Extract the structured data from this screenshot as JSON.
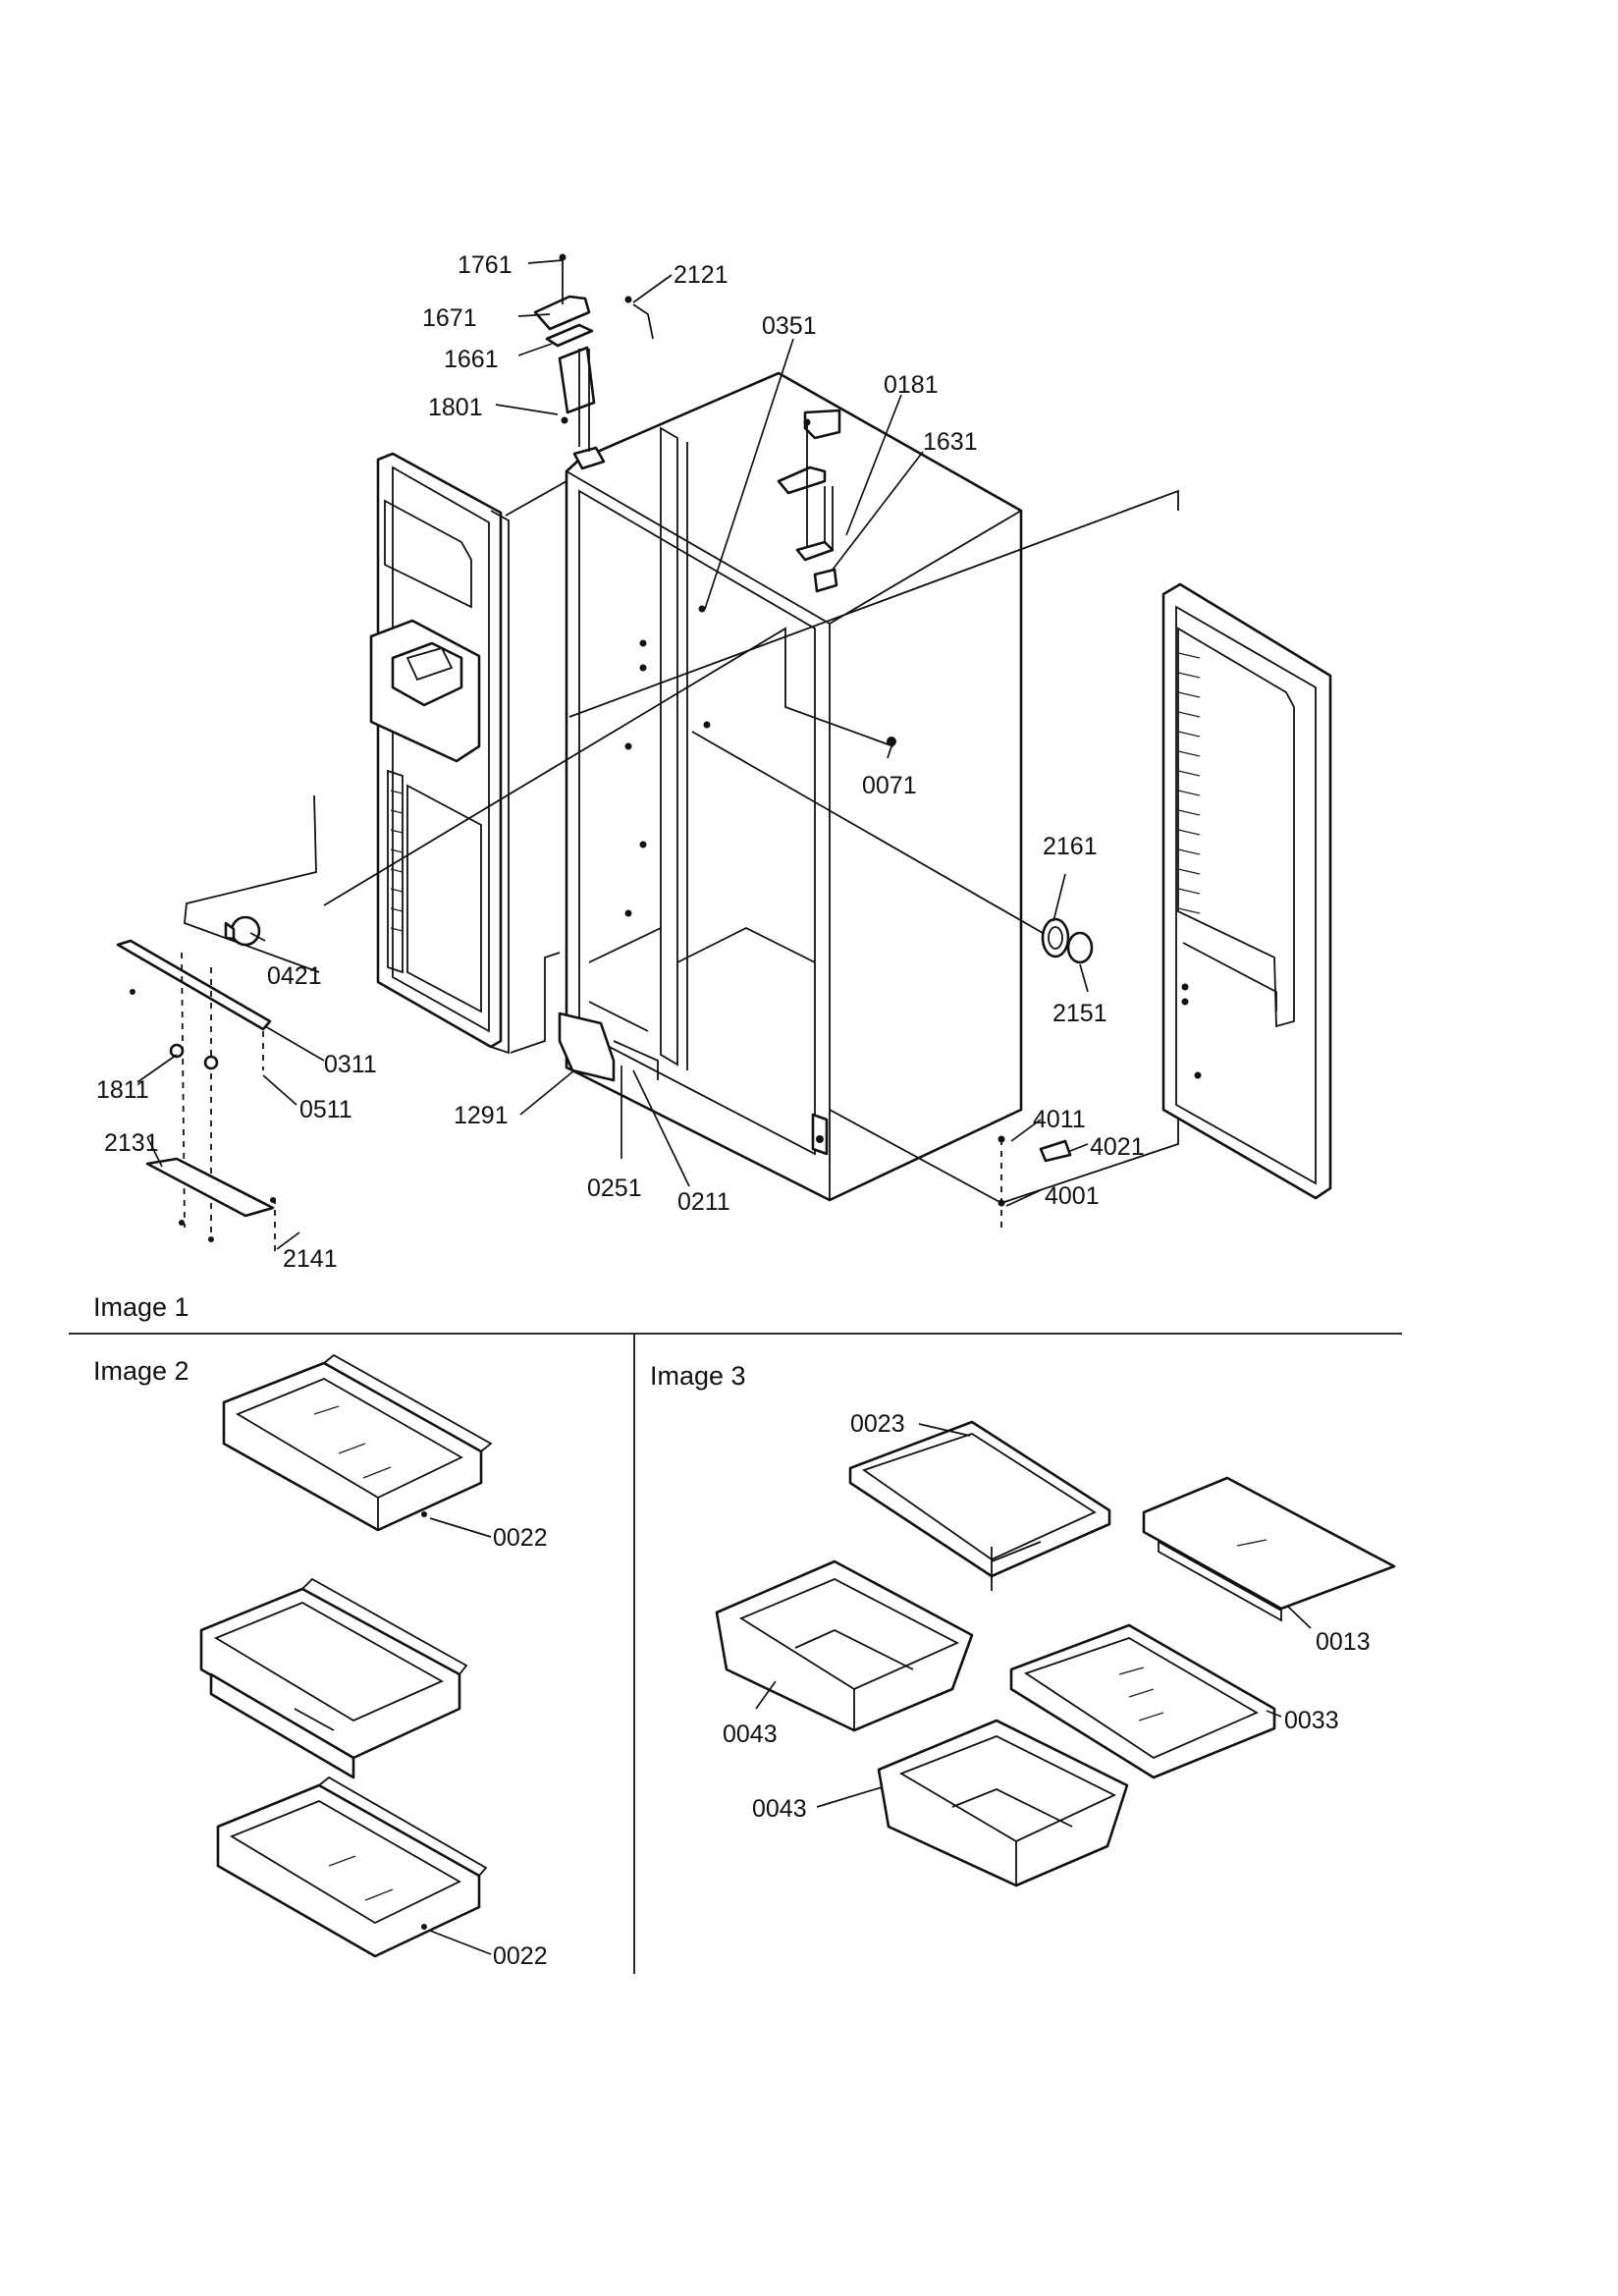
{
  "captions": {
    "image1": "Image 1",
    "image2": "Image 2",
    "image3": "Image 3"
  },
  "image1_labels": {
    "p1761": "1761",
    "p1671": "1671",
    "p1661": "1661",
    "p1801": "1801",
    "p2121": "2121",
    "p0351": "0351",
    "p0181": "0181",
    "p1631": "1631",
    "p0071": "0071",
    "p2161": "2161",
    "p2151": "2151",
    "p0421": "0421",
    "p0311": "0311",
    "p1811": "1811",
    "p0511": "0511",
    "p1291": "1291",
    "p2131": "2131",
    "p2141": "2141",
    "p0251": "0251",
    "p0211": "0211",
    "p4011": "4011",
    "p4021": "4021",
    "p4001": "4001"
  },
  "image2_labels": {
    "shelf_top": "0022",
    "shelf_bottom": "0022"
  },
  "image3_labels": {
    "p0023": "0023",
    "p0013": "0013",
    "p0033": "0033",
    "p0043_upper": "0043",
    "p0043_lower": "0043"
  }
}
